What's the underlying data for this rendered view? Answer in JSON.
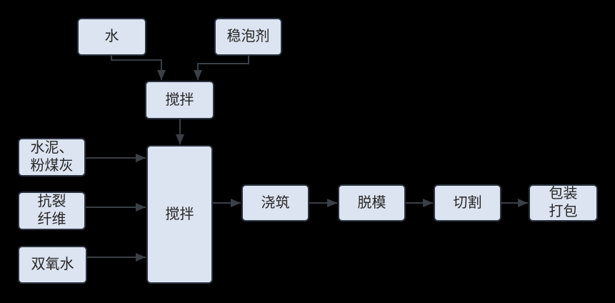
{
  "diagram": {
    "colors": {
      "background": "#000000",
      "node_fill": "#dde4f1",
      "node_border": "#2b3440",
      "node_text": "#262626",
      "arrow": "#3a4046"
    },
    "nodes": [
      {
        "id": "water",
        "label": "水"
      },
      {
        "id": "foam-stabilizer",
        "label": "稳泡剂"
      },
      {
        "id": "mix-1",
        "label": "搅拌"
      },
      {
        "id": "cement-fly-ash",
        "label": "水泥、\n粉煤灰"
      },
      {
        "id": "anti-crack-fiber",
        "label": "抗裂\n纤维"
      },
      {
        "id": "hydrogen-peroxide",
        "label": "双氧水"
      },
      {
        "id": "mix-2",
        "label": "搅拌"
      },
      {
        "id": "pouring",
        "label": "浇筑"
      },
      {
        "id": "demolding",
        "label": "脱模"
      },
      {
        "id": "cutting",
        "label": "切割"
      },
      {
        "id": "packing",
        "label": "包装\n打包"
      }
    ],
    "edges": [
      {
        "from": "water",
        "to": "mix-1"
      },
      {
        "from": "foam-stabilizer",
        "to": "mix-1"
      },
      {
        "from": "mix-1",
        "to": "mix-2"
      },
      {
        "from": "cement-fly-ash",
        "to": "mix-2"
      },
      {
        "from": "anti-crack-fiber",
        "to": "mix-2"
      },
      {
        "from": "hydrogen-peroxide",
        "to": "mix-2"
      },
      {
        "from": "mix-2",
        "to": "pouring"
      },
      {
        "from": "pouring",
        "to": "demolding"
      },
      {
        "from": "demolding",
        "to": "cutting"
      },
      {
        "from": "cutting",
        "to": "packing"
      }
    ]
  }
}
